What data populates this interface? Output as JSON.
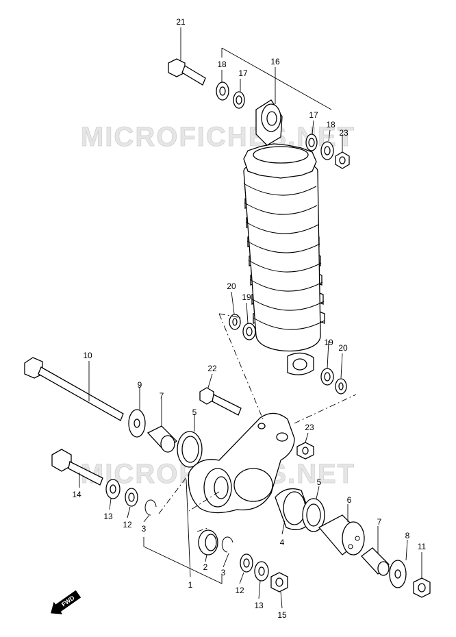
{
  "watermark": {
    "text": "MICROFICHES.NET"
  },
  "fwd_badge": {
    "text": "FWD"
  },
  "labels": {
    "p21": "21",
    "p18a": "18",
    "p17a": "17",
    "p16": "16",
    "p17b": "17",
    "p18b": "18",
    "p23a": "23",
    "p20a": "20",
    "p19a": "19",
    "p19b": "19",
    "p20b": "20",
    "p10": "10",
    "p9": "9",
    "p7a": "7",
    "p5a": "5",
    "p22": "22",
    "p23b": "23",
    "p14": "14",
    "p13a": "13",
    "p12a": "12",
    "p3a": "3",
    "p4": "4",
    "p5b": "5",
    "p6": "6",
    "p7b": "7",
    "p8": "8",
    "p11": "11",
    "p2": "2",
    "p3b": "3",
    "p12b": "12",
    "p13b": "13",
    "p15": "15",
    "p1": "1"
  }
}
